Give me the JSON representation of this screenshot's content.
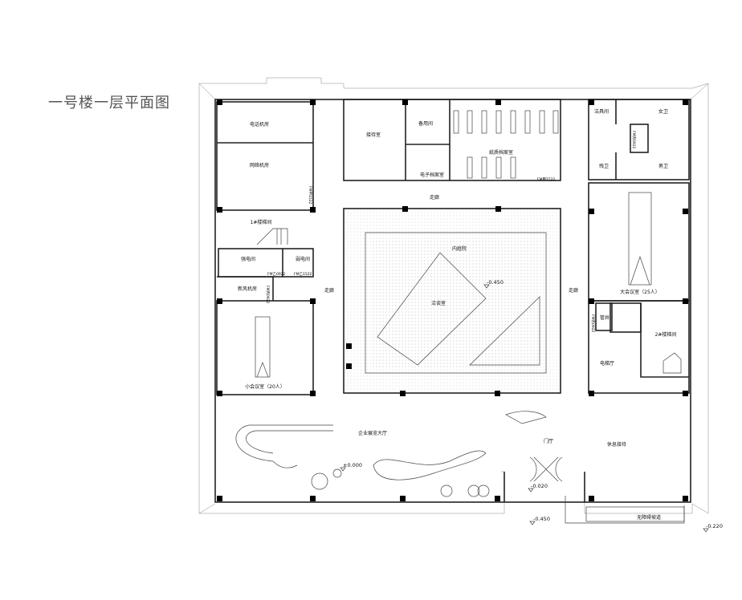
{
  "title": "一号楼一层平面图",
  "rooms": {
    "telephone_room": "电话机房",
    "network_room": "网络机房",
    "stair_1": "1#楼梯间",
    "strong_elec": "强电间",
    "weak_elec": "弱电间",
    "fresh_air": "新风机房",
    "small_meeting": "小会议室（20人）",
    "reception": "接待室",
    "spare_room": "备用间",
    "e_archive": "电子档案室",
    "paper_archive": "纸质档案室",
    "corridor_top": "走廊",
    "corridor_left": "走廊",
    "corridor_right": "走廊",
    "courtyard": "内庭院",
    "negotiation": "洽谈室",
    "janitor": "洁具间",
    "womens_wc": "女卫",
    "accessible_wc": "残卫",
    "mens_wc": "男卫",
    "large_meeting": "大会议室（25人）",
    "shaft": "管井",
    "stair_2": "2#楼梯间",
    "elevator_hall": "电梯厅",
    "exhibition_hall": "企业展览大厅",
    "lobby": "门厅",
    "lounge": "休息接待",
    "ramp": "无障碍坡道"
  },
  "doors": {
    "d1": "FM甲1522",
    "d2": "FM甲1522",
    "d3": "FM乙0922",
    "d4": "FM乙1522",
    "d5": "FM丙0922",
    "d6": "FM丙0922",
    "d7": "FM丙0922"
  },
  "levels": {
    "courtyard": "-0.450",
    "hall": "±0.000",
    "lobby": "-0.020",
    "outside": "-0.450",
    "ramp_end": "-0.220"
  }
}
